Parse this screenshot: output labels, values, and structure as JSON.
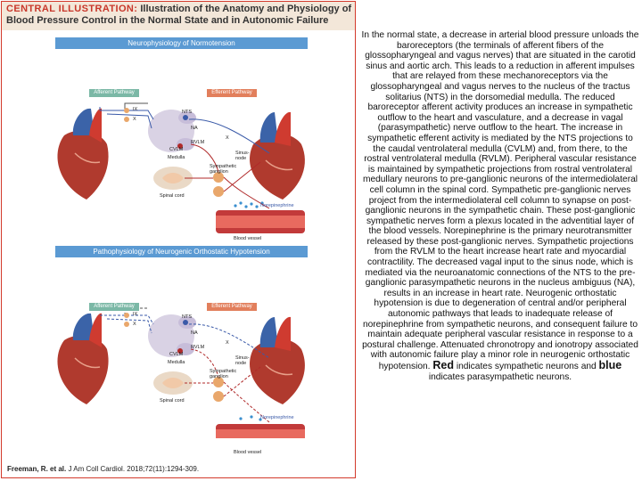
{
  "figure": {
    "title_lead": "CENTRAL ILLUSTRATION:",
    "title_rest": "Illustration of the Anatomy and Physiology of Blood Pressure Control in the Normal State and in Autonomic Failure",
    "panel_top": {
      "heading": "Neurophysiology of Normotension",
      "afferent": "Afferent Pathway",
      "efferent": "Efferent Pathway",
      "labels": {
        "ix": "IX",
        "x": "X",
        "nts": "NTS",
        "na": "NA",
        "cvlm": "CVLM",
        "rvlm": "RVLM",
        "medulla": "Medulla",
        "x_nerve": "X",
        "sinus_node": "Sinus-\nnode",
        "spinal_cord": "Spinal cord",
        "ganglion": "Sympathetic\nganglion",
        "norepinephrine": "Norepinephrine",
        "blood_vessel": "Blood vessel"
      }
    },
    "panel_bottom": {
      "heading": "Pathophysiology of Neurogenic Orthostatic Hypotension",
      "afferent": "Afferent Pathway",
      "efferent": "Efferent Pathway",
      "labels": {
        "ix": "IX",
        "x": "X",
        "nts": "NTS",
        "na": "NA",
        "cvlm": "CVLM",
        "rvlm": "RVLM",
        "medulla": "Medulla",
        "x_nerve": "X",
        "sinus_node": "Sinus-\nnode",
        "spinal_cord": "Spinal cord",
        "ganglion": "Sympathetic\nganglion",
        "norepinephrine": "Norepinephrine",
        "blood_vessel": "Blood vessel"
      }
    },
    "citation_authors": "Freeman, R. et al.",
    "citation_rest": "J Am Coll Cardiol. 2018;72(11):1294-309."
  },
  "body": {
    "main": "In the normal state, a decrease in arterial blood pressure unloads the baroreceptors (the terminals of afferent fibers of the glossopharyngeal and vagus nerves) that are situated in the carotid sinus and aortic arch. This leads to a reduction in afferent impulses that are relayed from these mechanoreceptors via the glossopharyngeal and vagus nerves to the nucleus of the tractus solitarius (NTS) in the dorsomedial medulla. The reduced baroreceptor afferent activity produces an increase in sympathetic outflow to the heart and vasculature, and a decrease in vagal (parasympathetic) nerve outflow to the heart. The increase in sympathetic efferent activity is mediated by the NTS projections to the caudal ventrolateral medulla (CVLM) and, from there, to the rostral ventrolateral medulla (RVLM). Peripheral vascular resistance is maintained by sympathetic projections from rostral ventrolateral medullary neurons to pre-ganglionic neurons of the intermediolateral cell column in the spinal cord. Sympathetic pre-ganglionic nerves project from the intermediolateral cell column to synapse on post-ganglionic neurons in the sympathetic chain. These post-ganglionic sympathetic nerves form a plexus located in the adventitial layer of the blood vessels. Norepinephrine is the primary neurotransmitter released by these post-ganglionic nerves. Sympathetic projections from the RVLM to the heart increase heart rate and myocardial contractility. The decreased vagal input to the sinus node, which is mediated via the neuroanatomic connections of the NTS to the pre-ganglionic parasympathetic neurons in the nucleus ambiguus (NA), results in an increase in heart rate. Neurogenic orthostatic hypotension is due to degeneration of central and/or peripheral autonomic pathways that leads to inadequate release of norepinephrine from sympathetic neurons, and consequent failure to maintain adequate peripheral vascular resistance in response to a postural challenge. Attenuated chronotropy and ionotropy associated with autonomic failure play a minor role in neurogenic orthostatic hypotension.",
    "red_word": "Red",
    "mid_text": "indicates sympathetic neurons and",
    "blue_word": "blue",
    "end_text": "indicates parasympathetic neurons."
  },
  "colors": {
    "frame_red": "#d33a2c",
    "header_beige": "#f3e7d9",
    "panel_blue": "#5b9ad3",
    "afferent_green": "#7bb8a6",
    "efferent_orange": "#e27f5c",
    "sympathetic_red": "#b02a2a",
    "parasympathetic_blue": "#3a5aa8"
  }
}
